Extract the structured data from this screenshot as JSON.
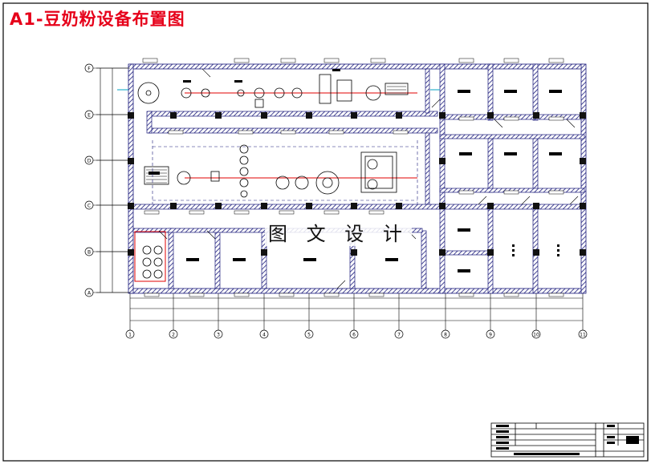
{
  "drawing": {
    "title": "A1-豆奶粉设备布置图",
    "watermark": "图 文 设 计"
  },
  "grid": {
    "column_labels": [
      "1",
      "2",
      "3",
      "4",
      "5",
      "6",
      "7",
      "8",
      "9",
      "10",
      "11"
    ],
    "row_labels": [
      "F",
      "E",
      "D",
      "C",
      "B",
      "A"
    ]
  },
  "colors": {
    "title": "#e6001a",
    "wall": "#1a1a7a",
    "equipment_red": "#e00000",
    "line": "#000000",
    "accent_cyan": "#00a0c0"
  }
}
